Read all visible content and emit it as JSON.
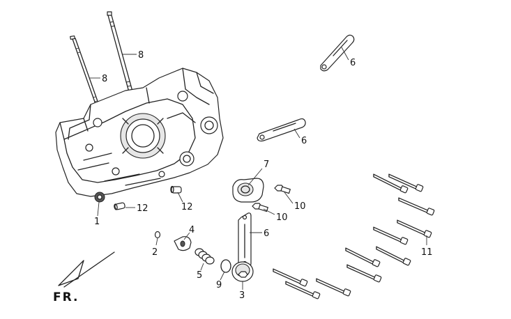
{
  "labels": {
    "bolt_8a": "8",
    "bolt_8b": "8",
    "bracket_6_top": "6",
    "bracket_6_mid": "6",
    "bracket_6_low": "6",
    "cover_7": "7",
    "bolt_10a": "10",
    "bolt_10b": "10",
    "bolt_11": "11",
    "crankcase_1": "1",
    "pin_12a": "12",
    "pin_12b": "12",
    "ball_2": "2",
    "plunger_4": "4",
    "spring_5": "5",
    "oring_9": "9",
    "plug_3": "3"
  },
  "direction": {
    "text": "FR."
  }
}
